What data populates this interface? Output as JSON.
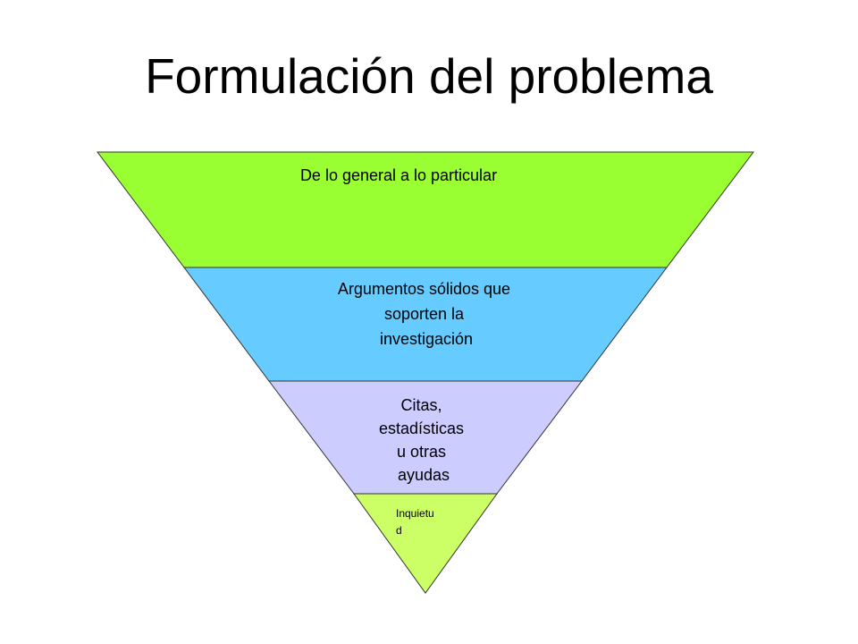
{
  "slide": {
    "title": "Formulación del problema"
  },
  "funnel": {
    "levels": [
      {
        "lines": [
          "De lo general a lo particular"
        ],
        "color": "#99ff33"
      },
      {
        "lines": [
          "Argumentos sólidos que",
          "soporten la",
          "investigación"
        ],
        "color": "#66ccff"
      },
      {
        "lines": [
          "Citas,",
          "estadísticas",
          "u otras",
          "ayudas"
        ],
        "color": "#ccccff"
      },
      {
        "lines": [
          "Inquietu",
          "d"
        ],
        "color": "#ccff66"
      }
    ]
  }
}
